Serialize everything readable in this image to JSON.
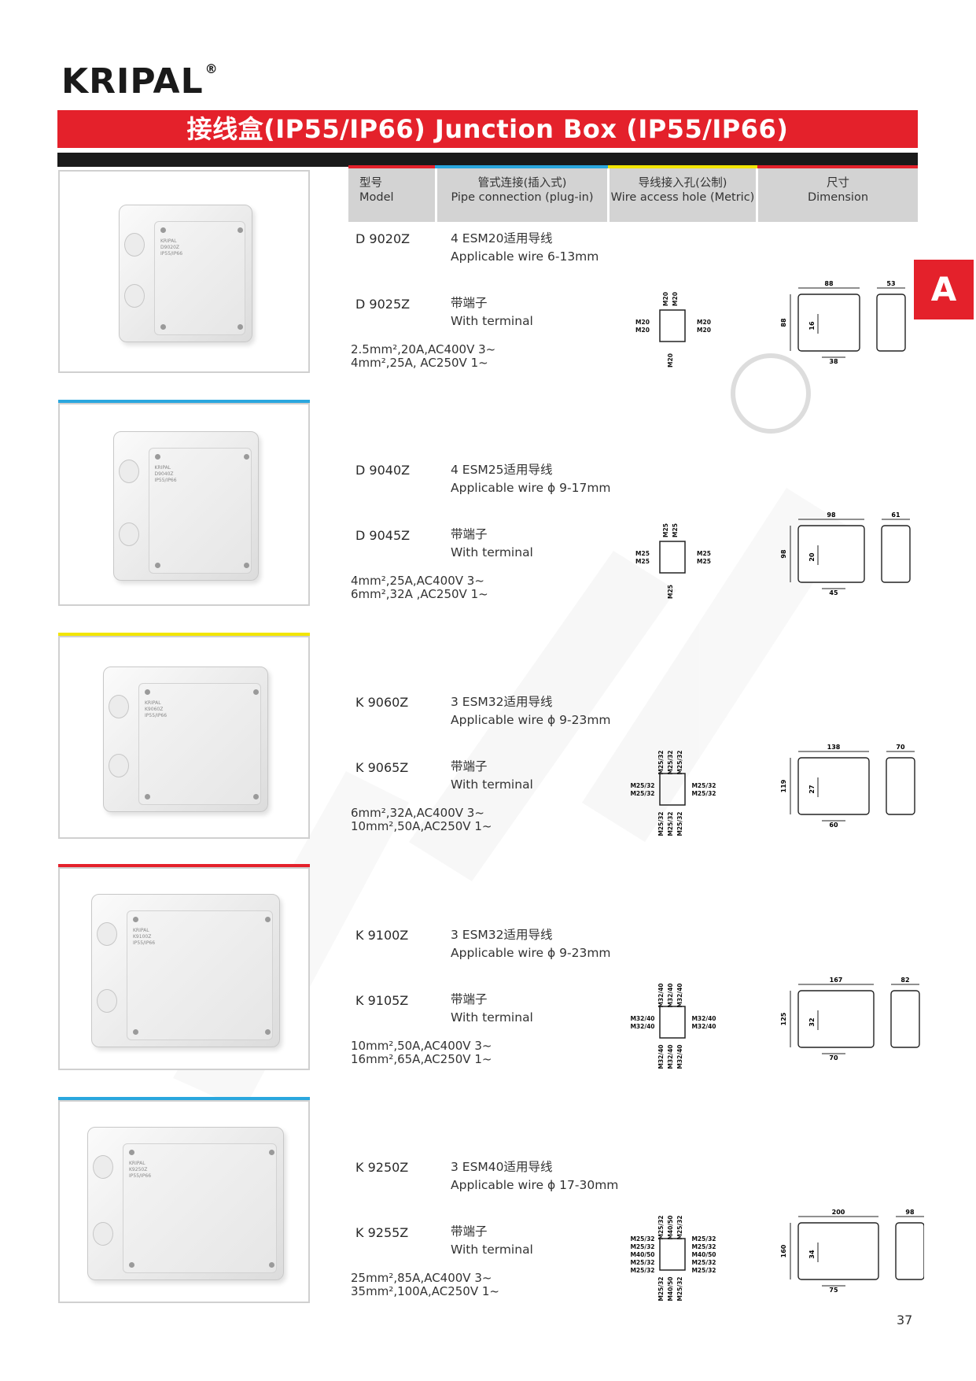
{
  "brand": {
    "name": "KRIPAL",
    "reg": "®",
    "tab_letter": "A"
  },
  "title": "接线盒(IP55/IP66)  Junction Box (IP55/IP66)",
  "table_header": {
    "col1_cn": "型号",
    "col1_en": "Model",
    "col2_cn": "管式连接(插入式)",
    "col2_en": "Pipe connection (plug-in)",
    "col3_cn": "导线接入孔(公制)",
    "col3_en": "Wire access hole (Metric)",
    "col4_cn": "尺寸",
    "col4_en": "Dimension"
  },
  "accent_colors": {
    "red": "#e4212b",
    "blue": "#2aa7de",
    "yellow": "#f2e500",
    "black": "#1a1a1a"
  },
  "rows": [
    {
      "model_a": "D 9020Z",
      "desc_a1": "4 ESM20适用导线",
      "desc_a2": "Applicable wire 6-13mm",
      "model_b": "D 9025Z",
      "desc_b1": "带端子",
      "desc_b2": "With terminal",
      "spec1": "2.5mm²,20A,AC400V 3~",
      "spec2": "4mm²,25A, AC250V 1~",
      "box_label": [
        "KRIPAL",
        "D9020Z",
        "IP55/IP66"
      ],
      "hole_top": [
        "M20",
        "M20"
      ],
      "hole_left": [
        "M20",
        "M20"
      ],
      "hole_right": [
        "M20",
        "M20"
      ],
      "hole_bottom": [
        "M20"
      ],
      "dim_w": "88",
      "dim_d": "53",
      "dim_h": "88",
      "dim_x": "38",
      "dim_y": "16"
    },
    {
      "model_a": "D 9040Z",
      "desc_a1": "4 ESM25适用导线",
      "desc_a2": "Applicable wire ϕ 9-17mm",
      "model_b": "D 9045Z",
      "desc_b1": "带端子",
      "desc_b2": "With terminal",
      "spec1": "4mm²,25A,AC400V 3~",
      "spec2": "6mm²,32A ,AC250V 1~",
      "box_label": [
        "KRIPAL",
        "D9040Z",
        "IP55/IP66"
      ],
      "hole_top": [
        "M25",
        "M25"
      ],
      "hole_left": [
        "M25",
        "M25"
      ],
      "hole_right": [
        "M25",
        "M25"
      ],
      "hole_bottom": [
        "M25"
      ],
      "dim_w": "98",
      "dim_d": "61",
      "dim_h": "98",
      "dim_x": "45",
      "dim_y": "20"
    },
    {
      "model_a": "K 9060Z",
      "desc_a1": "3 ESM32适用导线",
      "desc_a2": "Applicable wire ϕ 9-23mm",
      "model_b": "K 9065Z",
      "desc_b1": "带端子",
      "desc_b2": "With terminal",
      "spec1": "6mm²,32A,AC400V 3~",
      "spec2": "10mm²,50A,AC250V 1~",
      "box_label": [
        "KRIPAL",
        "K9060Z",
        "IP55/IP66"
      ],
      "hole_top": [
        "M25/32",
        "M25/32",
        "M25/32"
      ],
      "hole_left": [
        "M25/32",
        "M25/32"
      ],
      "hole_right": [
        "M25/32",
        "M25/32"
      ],
      "hole_bottom": [
        "M25/32",
        "M25/32",
        "M25/32"
      ],
      "dim_w": "138",
      "dim_d": "70",
      "dim_h": "119",
      "dim_x": "60",
      "dim_y": "27"
    },
    {
      "model_a": "K 9100Z",
      "desc_a1": "3 ESM32适用导线",
      "desc_a2": "Applicable wire  ϕ 9-23mm",
      "model_b": "K 9105Z",
      "desc_b1": "带端子",
      "desc_b2": "With terminal",
      "spec1": "10mm²,50A,AC400V 3~",
      "spec2": "16mm²,65A,AC250V 1~",
      "box_label": [
        "KRIPAL",
        "K9100Z",
        "IP55/IP66"
      ],
      "hole_top": [
        "M32/40",
        "M32/40",
        "M32/40"
      ],
      "hole_left": [
        "M32/40",
        "M32/40"
      ],
      "hole_right": [
        "M32/40",
        "M32/40"
      ],
      "hole_bottom": [
        "M32/40",
        "M32/40",
        "M32/40"
      ],
      "dim_w": "167",
      "dim_d": "82",
      "dim_h": "125",
      "dim_x": "70",
      "dim_y": "32"
    },
    {
      "model_a": "K 9250Z",
      "desc_a1": "3 ESM40适用导线",
      "desc_a2": "Applicable wire ϕ 17-30mm",
      "model_b": "K 9255Z",
      "desc_b1": "带端子",
      "desc_b2": "With terminal",
      "spec1": "25mm²,85A,AC400V 3~",
      "spec2": "35mm²,100A,AC250V 1~",
      "box_label": [
        "KRIPAL",
        "K9250Z",
        "IP55/IP66"
      ],
      "hole_top": [
        "M25/32",
        "M40/50",
        "M25/32"
      ],
      "hole_left": [
        "M25/32",
        "M25/32",
        "M40/50",
        "M25/32",
        "M25/32"
      ],
      "hole_right": [
        "M25/32",
        "M25/32",
        "M40/50",
        "M25/32",
        "M25/32"
      ],
      "hole_bottom": [
        "M25/32",
        "M40/50",
        "M25/32"
      ],
      "dim_w": "200",
      "dim_d": "98",
      "dim_h": "160",
      "dim_x": "75",
      "dim_y": "34"
    }
  ],
  "page_number": "37"
}
